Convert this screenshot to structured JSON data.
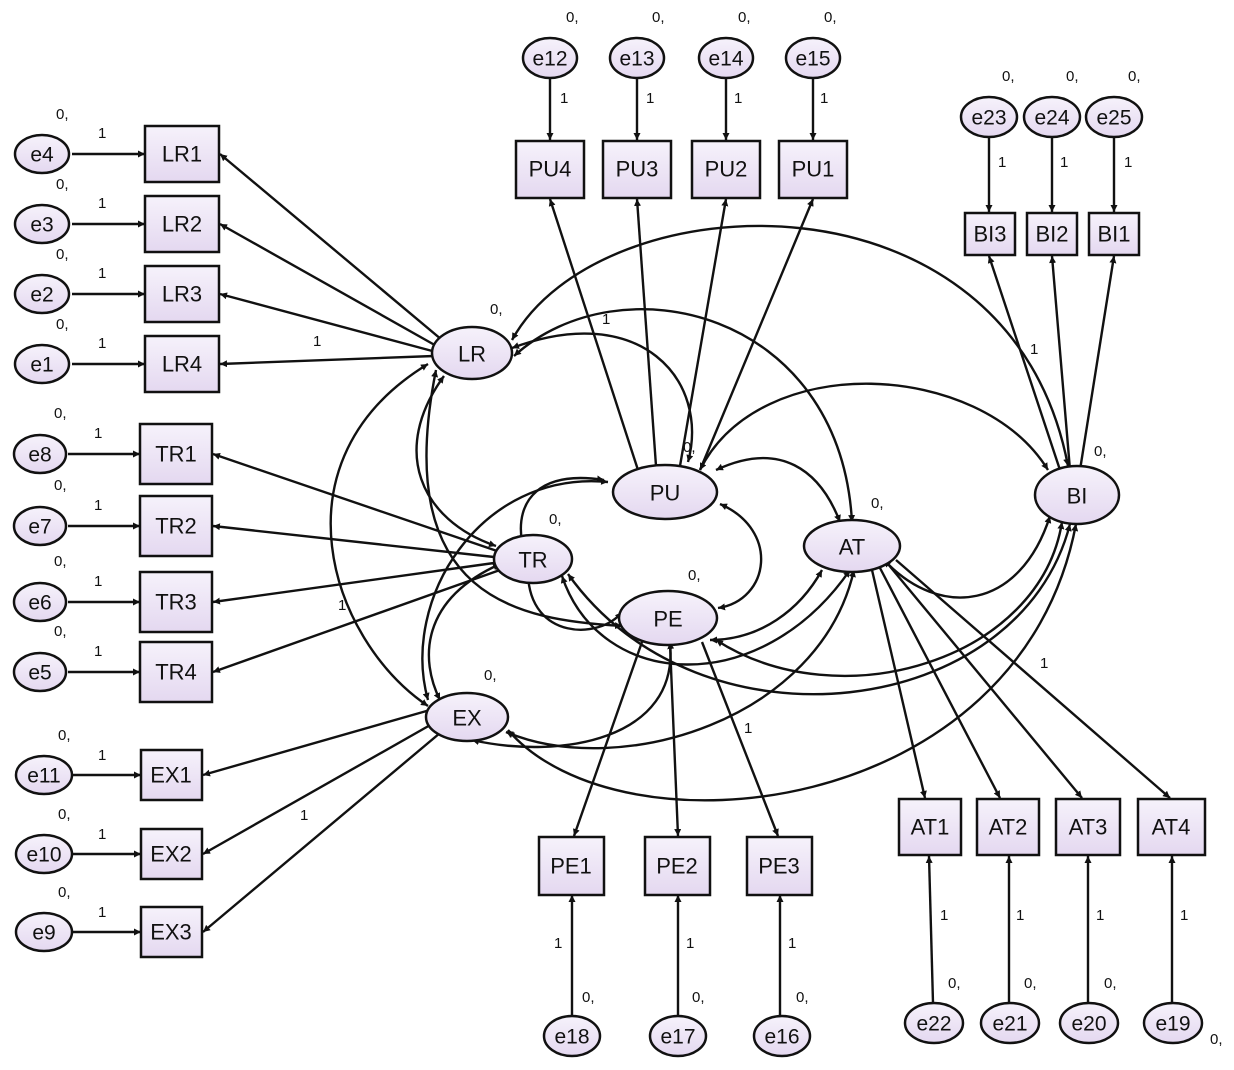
{
  "colors": {
    "node_fill_top": "#f6f2fb",
    "node_fill_bottom": "#e4d8f0",
    "stroke": "#111111"
  },
  "latent": {
    "LR": "LR",
    "PU": "PU",
    "TR": "TR",
    "PE": "PE",
    "AT": "AT",
    "EX": "EX",
    "BI": "BI"
  },
  "indicators": {
    "LR1": "LR1",
    "LR2": "LR2",
    "LR3": "LR3",
    "LR4": "LR4",
    "TR1": "TR1",
    "TR2": "TR2",
    "TR3": "TR3",
    "TR4": "TR4",
    "EX1": "EX1",
    "EX2": "EX2",
    "EX3": "EX3",
    "PU1": "PU1",
    "PU2": "PU2",
    "PU3": "PU3",
    "PU4": "PU4",
    "BI1": "BI1",
    "BI2": "BI2",
    "BI3": "BI3",
    "PE1": "PE1",
    "PE2": "PE2",
    "PE3": "PE3",
    "AT1": "AT1",
    "AT2": "AT2",
    "AT3": "AT3",
    "AT4": "AT4"
  },
  "errors": {
    "e1": "e1",
    "e2": "e2",
    "e3": "e3",
    "e4": "e4",
    "e5": "e5",
    "e6": "e6",
    "e7": "e7",
    "e8": "e8",
    "e9": "e9",
    "e10": "e10",
    "e11": "e11",
    "e12": "e12",
    "e13": "e13",
    "e14": "e14",
    "e15": "e15",
    "e16": "e16",
    "e17": "e17",
    "e18": "e18",
    "e19": "e19",
    "e20": "e20",
    "e21": "e21",
    "e22": "e22",
    "e23": "e23",
    "e24": "e24",
    "e25": "e25"
  },
  "annotations": {
    "variance": "0,",
    "weight": "1"
  }
}
